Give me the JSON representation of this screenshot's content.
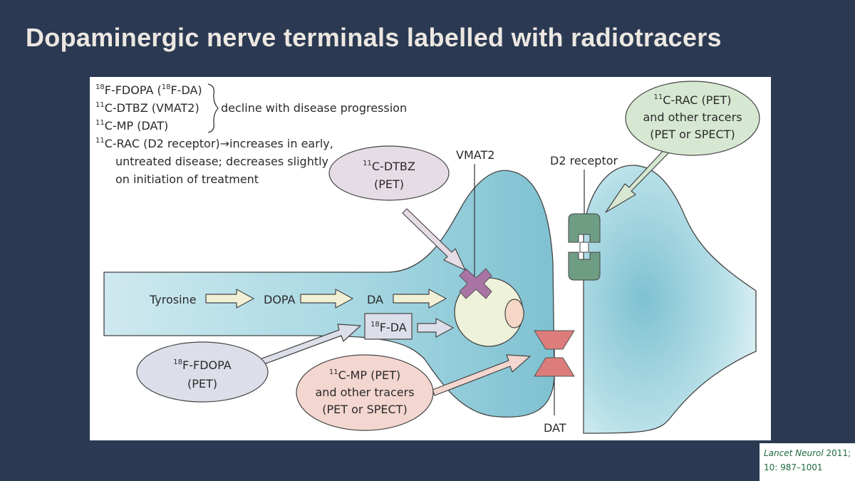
{
  "slide": {
    "title": "Dopaminergic nerve terminals labelled with radiotracers"
  },
  "legend": {
    "tracers": [
      {
        "sup": "18",
        "main": "F-FDOPA (",
        "sup2": "18",
        "rest": "F-DA)"
      },
      {
        "sup": "11",
        "main": "C-DTBZ (VMAT2)"
      },
      {
        "sup": "11",
        "main": "C-MP (DAT)"
      },
      {
        "sup": "11",
        "main": "C-RAC (D2 receptor)→increases in early,"
      }
    ],
    "decline_note": "decline with disease progression",
    "rac_line2": "untreated disease; decreases slightly",
    "rac_line3": "on initiation of treatment"
  },
  "pathway": {
    "tyrosine": "Tyrosine",
    "dopa": "DOPA",
    "da": "DA",
    "fda_sup": "18",
    "fda_main": "F-DA"
  },
  "labels": {
    "vmat2": "VMAT2",
    "d2_receptor": "D2 receptor",
    "dat": "DAT"
  },
  "ovals": {
    "dtbz": {
      "sup": "11",
      "line1": "C-DTBZ",
      "line2": "(PET)"
    },
    "fdopa": {
      "sup": "18",
      "line1": "F-FDOPA",
      "line2": "(PET)"
    },
    "mp": {
      "sup": "11",
      "line1": "C-MP (PET)",
      "line2": "and other tracers",
      "line3": "(PET or SPECT)"
    },
    "rac": {
      "sup": "11",
      "line1": "C-RAC (PET)",
      "line2": "and other tracers",
      "line3": "(PET or SPECT)"
    }
  },
  "citation": {
    "journal": "Lancet Neurol",
    "year": " 2011;",
    "pages": "10: 987–1001"
  },
  "colors": {
    "background": "#2b3a52",
    "neuron": "#9fd3df",
    "vesicle": "#eef2da",
    "dtbz_oval": "#e6dce6",
    "fdopa_oval": "#dcdfe9",
    "mp_oval": "#f3d6cf",
    "rac_oval": "#d7e8d2",
    "receptor": "#6e9d84",
    "dat": "#dc7d7b",
    "vmat2": "#a774a4"
  }
}
